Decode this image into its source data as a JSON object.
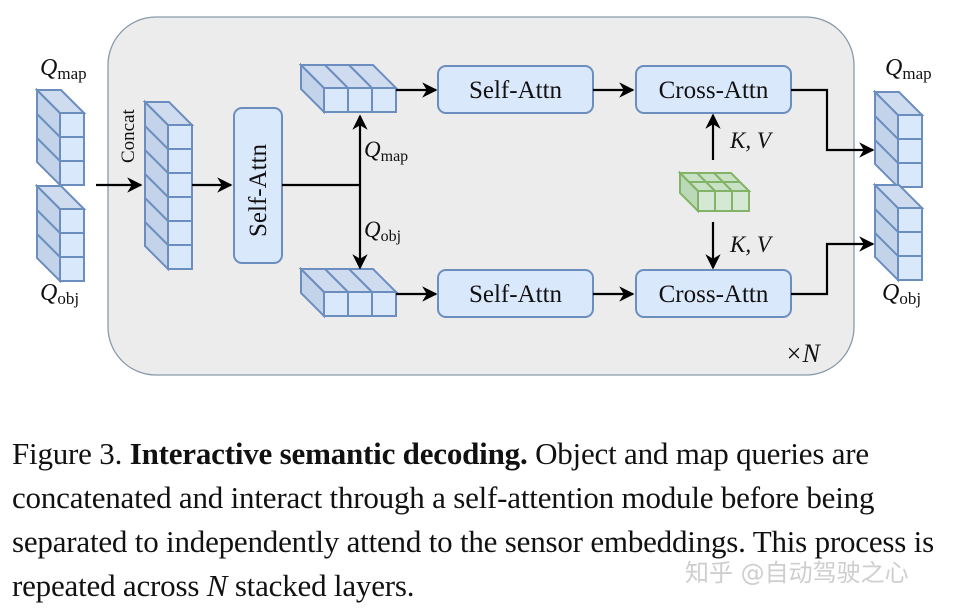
{
  "diagram": {
    "repeat_label": "×N",
    "inputs": {
      "q_map": {
        "base": "Q",
        "sub": "map"
      },
      "q_obj": {
        "base": "Q",
        "sub": "obj"
      }
    },
    "concat_label": "Concat",
    "self_attn_joint": "Self-Attn",
    "branch_labels": {
      "q_map": {
        "base": "Q",
        "sub": "map"
      },
      "q_obj": {
        "base": "Q",
        "sub": "obj"
      }
    },
    "top_self_attn": "Self-Attn",
    "top_cross_attn": "Cross-Attn",
    "bottom_self_attn": "Self-Attn",
    "bottom_cross_attn": "Cross-Attn",
    "kv_top": "K, V",
    "kv_bottom": "K, V",
    "outputs": {
      "q_map": {
        "base": "Q",
        "sub": "map"
      },
      "q_obj": {
        "base": "Q",
        "sub": "obj"
      }
    },
    "colors": {
      "query_fill": "#dae8fc",
      "query_stroke": "#6c8ebf",
      "sensor_fill": "#d5e8d4",
      "sensor_stroke": "#82b366",
      "panel_fill": "#ececec",
      "panel_stroke": "#8a9aa8"
    }
  },
  "caption": {
    "label": "Figure 3.",
    "title": "Interactive semantic decoding.",
    "text_1": "Object and map queries are concatenated and interact through a self-attention module before being separated to independently attend to the sensor embeddings. This process is repeated across",
    "var": "N",
    "text_2": "stacked layers."
  },
  "watermark": "知乎 @自动驾驶之心"
}
